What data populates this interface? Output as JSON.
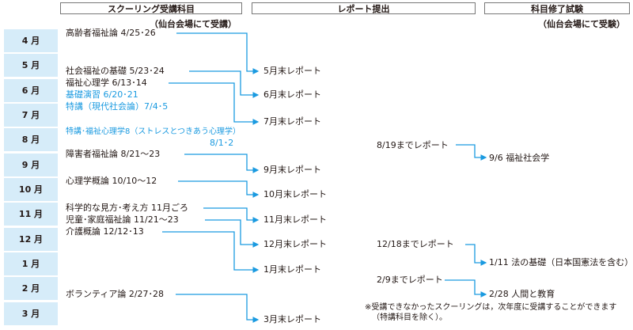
{
  "headers": {
    "schooling": "スクーリング受講科目",
    "report": "レポート提出",
    "exam": "科目修了試験"
  },
  "subheaders": {
    "schooling_venue": "（仙台会場にて受講）",
    "exam_venue": "（仙台会場にて受験）"
  },
  "months": [
    "4 月",
    "5 月",
    "6 月",
    "7 月",
    "8 月",
    "9 月",
    "10 月",
    "11 月",
    "12 月",
    "1 月",
    "2 月",
    "3 月"
  ],
  "schooling": [
    {
      "label": "高齢者福祉論 4/25･26",
      "style": "normal"
    },
    {
      "label": "社会福祉の基礎 5/23･24",
      "style": "normal"
    },
    {
      "label": "福祉心理学 6/13･14",
      "style": "normal"
    },
    {
      "label": "基礎演習 6/20･21",
      "style": "special"
    },
    {
      "label": "特講（現代社会論）7/4･5",
      "style": "special"
    },
    {
      "label": "特講･福祉心理学8（ストレスとつきあう心理学）",
      "style": "special"
    },
    {
      "label": "8/1･2",
      "style": "special"
    },
    {
      "label": "障害者福祉論 8/21～23",
      "style": "normal"
    },
    {
      "label": "心理学概論 10/10～12",
      "style": "normal"
    },
    {
      "label": "科学的な見方･考え方 11月ごろ",
      "style": "normal"
    },
    {
      "label": "児童･家庭福祉論 11/21～23",
      "style": "normal"
    },
    {
      "label": "介護概論 12/12･13",
      "style": "normal"
    },
    {
      "label": "ボランティア論 2/27･28",
      "style": "normal"
    }
  ],
  "reports": [
    "5月末レポート",
    "6月末レポート",
    "7月末レポート",
    "9月末レポート",
    "10月末レポート",
    "11月末レポート",
    "12月末レポート",
    "1月末レポート",
    "3月末レポート"
  ],
  "exam_reports": [
    "8/19までレポート",
    "12/18までレポート",
    "2/9までレポート"
  ],
  "exams": [
    "9/6 福祉社会学",
    "1/11 法の基礎（日本国憲法を含む）",
    "2/28 人間と教育"
  ],
  "note": {
    "line1": "※受講できなかったスクーリングは，次年度に受講することができます",
    "line2": "（特講科目を除く）。"
  },
  "colors": {
    "month_bg": "#d6ecf9",
    "accent": "#1a9ae0",
    "text": "#231815"
  }
}
